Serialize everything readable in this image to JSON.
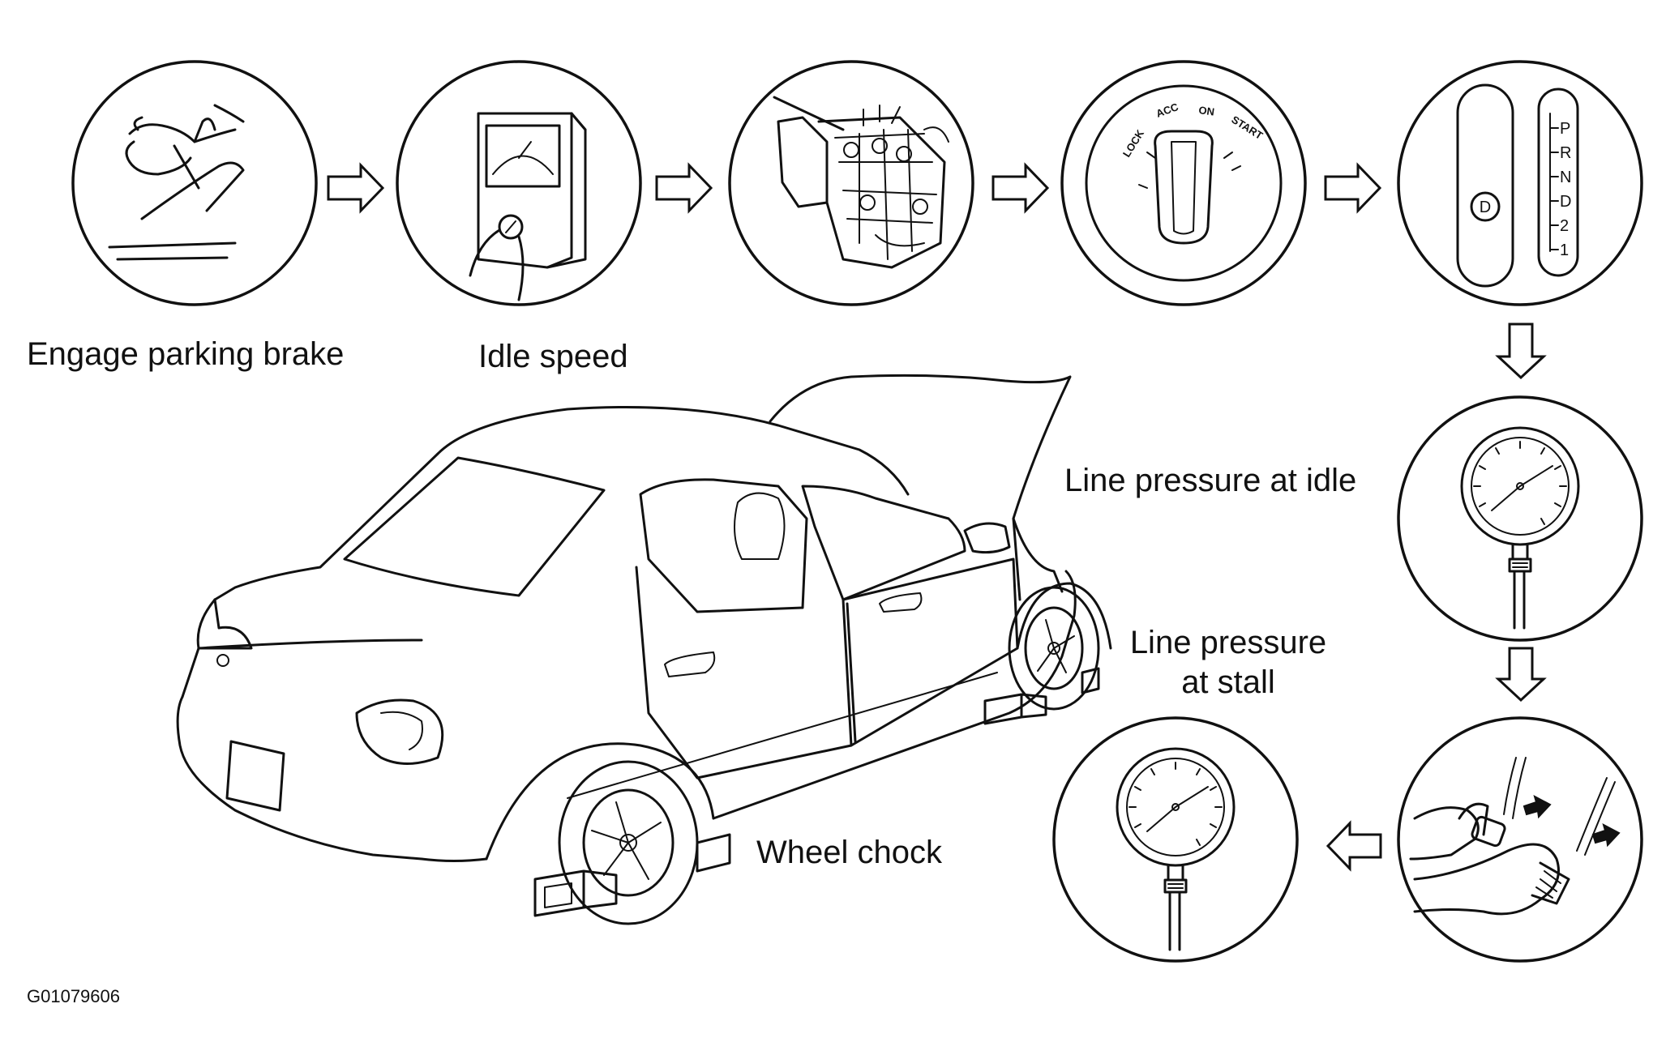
{
  "labels": {
    "step1": "Engage parking brake",
    "step2": "Idle speed",
    "idle_pressure": "Line pressure at idle",
    "stall_pressure_line1": "Line pressure",
    "stall_pressure_line2": "at stall",
    "wheel_chock": "Wheel chock",
    "figure_code": "G01079606"
  },
  "ignition_switch": {
    "lock": "LOCK",
    "acc": "ACC",
    "on": "ON",
    "start": "START"
  },
  "gear_selector": {
    "positions": [
      "P",
      "R",
      "N",
      "D",
      "2",
      "1"
    ],
    "selected": "D"
  }
}
